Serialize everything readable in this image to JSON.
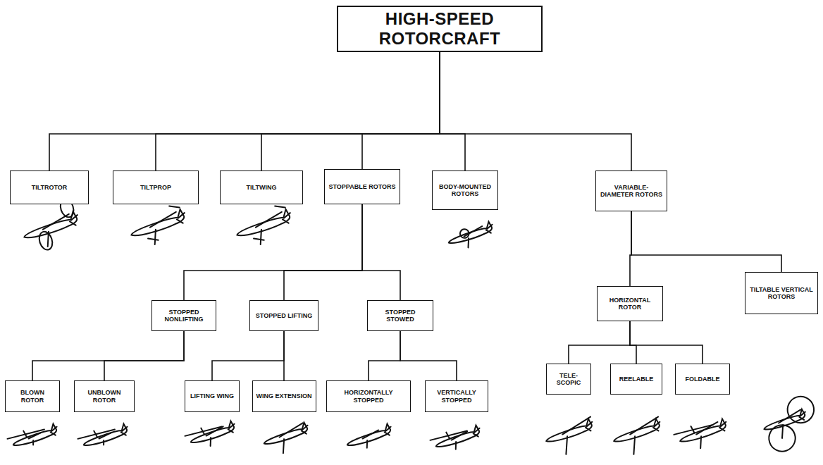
{
  "diagram": {
    "nodes": [
      {
        "text": [
          "HIGH-SPEED ROTORCRAFT"
        ]
      },
      {
        "text": [
          "TILTROTOR"
        ]
      },
      {
        "text": [
          "TILTPROP"
        ]
      },
      {
        "text": [
          "TILTWING"
        ]
      },
      {
        "text": [
          "STOPPABLE ROTORS"
        ]
      },
      {
        "text": [
          "BODY-MOUNTED ROTORS"
        ]
      },
      {
        "text": [
          "VARIABLE-DIAMETER ROTORS"
        ]
      },
      {
        "text": [
          "STOPPED NONLIFTING"
        ]
      },
      {
        "text": [
          "STOPPED LIFTING"
        ]
      },
      {
        "text": [
          "STOPPED STOWED"
        ]
      },
      {
        "text": [
          "HORIZONTAL ROTOR"
        ]
      },
      {
        "text": [
          "TILTABLE VERTICAL ROTORS"
        ]
      },
      {
        "text": [
          "BLOWN ROTOR"
        ]
      },
      {
        "text": [
          "UNBLOWN ROTOR"
        ]
      },
      {
        "text": [
          "LIFTING WING"
        ]
      },
      {
        "text": [
          "WING EXTENSION"
        ]
      },
      {
        "text": [
          "HORIZONTALLY STOPPED"
        ]
      },
      {
        "text": [
          "VERTICALLY STOPPED"
        ]
      },
      {
        "text": [
          "TELE- SCOPIC"
        ]
      },
      {
        "text": [
          "REELABLE"
        ]
      },
      {
        "text": [
          "FOLDABLE"
        ]
      }
    ],
    "edges": [
      {
        "from": 0,
        "to": 1,
        "arrow": "none"
      },
      {
        "from": 0,
        "to": 2,
        "arrow": "none"
      },
      {
        "from": 0,
        "to": 3,
        "arrow": "none"
      },
      {
        "from": 0,
        "to": 4,
        "arrow": "none"
      },
      {
        "from": 0,
        "to": 5,
        "arrow": "none"
      },
      {
        "from": 0,
        "to": 6,
        "arrow": "none"
      },
      {
        "from": 4,
        "to": 7,
        "arrow": "none"
      },
      {
        "from": 4,
        "to": 8,
        "arrow": "none"
      },
      {
        "from": 4,
        "to": 9,
        "arrow": "none"
      },
      {
        "from": 6,
        "to": 10,
        "arrow": "none"
      },
      {
        "from": 6,
        "to": 11,
        "arrow": "none"
      },
      {
        "from": 7,
        "to": 12,
        "arrow": "none"
      },
      {
        "from": 7,
        "to": 13,
        "arrow": "none"
      },
      {
        "from": 8,
        "to": 14,
        "arrow": "none"
      },
      {
        "from": 8,
        "to": 15,
        "arrow": "none"
      },
      {
        "from": 9,
        "to": 16,
        "arrow": "none"
      },
      {
        "from": 9,
        "to": 17,
        "arrow": "none"
      },
      {
        "from": 10,
        "to": 18,
        "arrow": "none"
      },
      {
        "from": 10,
        "to": 19,
        "arrow": "none"
      },
      {
        "from": 10,
        "to": 20,
        "arrow": "none"
      }
    ]
  }
}
